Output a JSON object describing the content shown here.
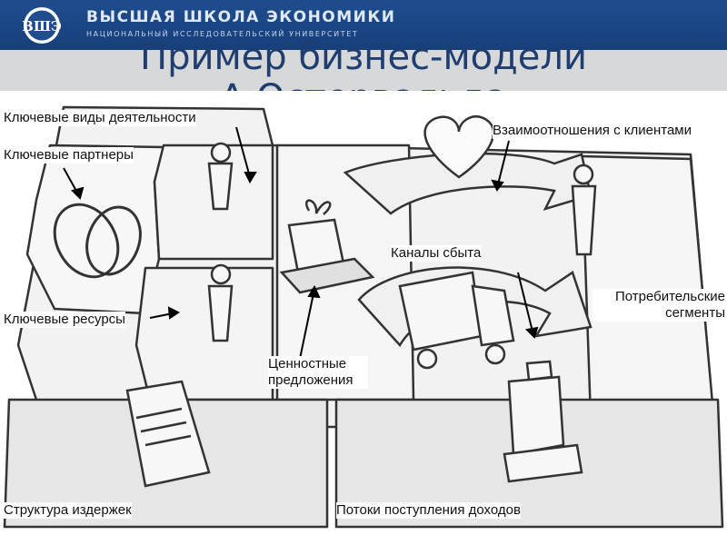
{
  "header": {
    "org_name": "ВЫСШАЯ ШКОЛА ЭКОНОМИКИ",
    "org_subtitle": "НАЦИОНАЛЬНЫЙ ИССЛЕДОВАТЕЛЬСКИЙ УНИВЕРСИТЕТ",
    "logo_text": "ВШЭ",
    "bg_color": "#1f4d8f"
  },
  "slide": {
    "title_line1": "Пример бизнес-модели",
    "title_line2": "А.Остервальда",
    "title_color": "#1f3d6e"
  },
  "canvas": {
    "labels": {
      "key_activities": "Ключевые виды деятельности",
      "key_partners": "Ключевые партнеры",
      "key_resources": "Ключевые ресурсы",
      "value_propositions": "Ценностные предложения",
      "customer_relationships": "Взаимоотношения с клиентами",
      "channels": "Каналы сбыта",
      "customer_segments": "Потребительские сегменты",
      "cost_structure": "Структура издержек",
      "revenue_streams": "Потоки поступления доходов"
    }
  }
}
